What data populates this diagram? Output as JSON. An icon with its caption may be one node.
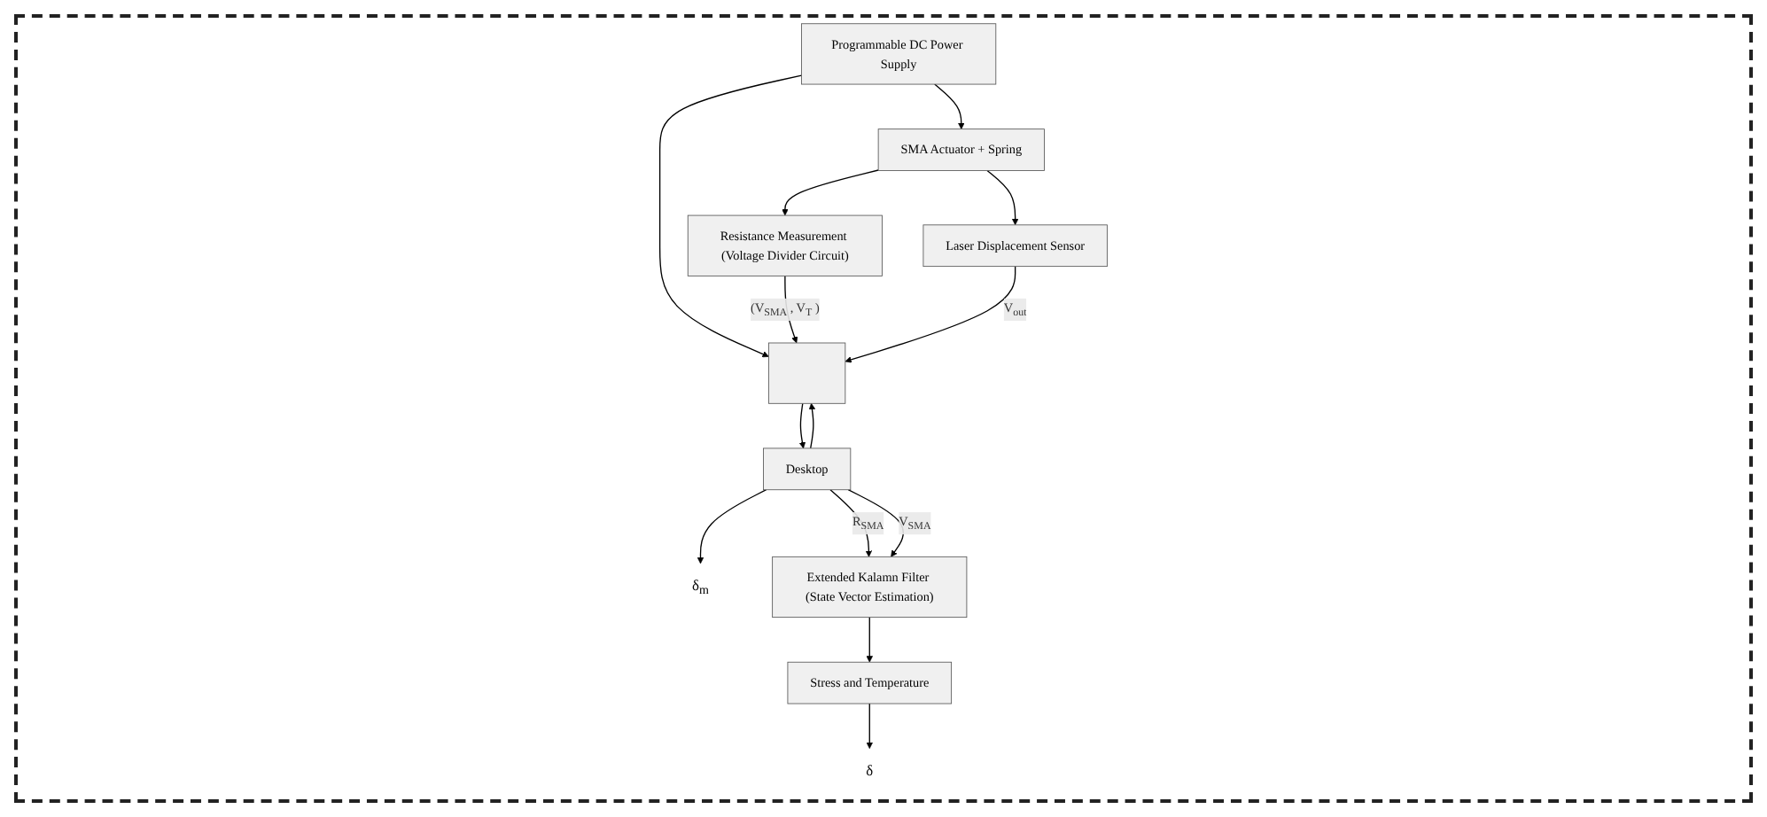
{
  "diagram": {
    "nodes": [
      {
        "text": [
          "Desktop"
        ]
      },
      {
        "text": [],
        "shape": "box"
      },
      {
        "text": [
          "Programmable DC Power Supply"
        ]
      },
      {
        "text": [
          "Extended Kalamn Filter (State Vector Estimation)"
        ]
      },
      {
        "text": [
          "SMA Actuator + Spring"
        ]
      },
      {
        "text": [
          "Stress and Temperature"
        ]
      },
      {
        "text": [
          "Resistance Measurement (Voltage Divider Circuit)"
        ]
      },
      {
        "text": [
          "Laser Displacement Sensor"
        ]
      },
      {
        "text": [
          "δ$_{m}$"
        ]
      },
      {
        "text": [
          "δ"
        ]
      }
    ],
    "edges": [
      {
        "from": 0,
        "to": 1,
        "arrow": "to"
      },
      {
        "from": 1,
        "to": 0,
        "arrow": "to"
      },
      {
        "from": 2,
        "to": 1,
        "arrow": "to"
      },
      {
        "from": 0,
        "to": 3,
        "arrow": "to",
        "label": "R$_{SMA}$"
      },
      {
        "from": 0,
        "to": 3,
        "arrow": "to",
        "label": "V$_{SMA}$"
      },
      {
        "from": 0,
        "to": 8,
        "arrow": "to"
      },
      {
        "from": 3,
        "to": 5,
        "arrow": "to"
      },
      {
        "from": 5,
        "to": 9,
        "arrow": "to"
      },
      {
        "from": 2,
        "to": 4,
        "arrow": "to"
      },
      {
        "from": 4,
        "to": 6,
        "arrow": "to"
      },
      {
        "from": 4,
        "to": 7,
        "arrow": "to"
      },
      {
        "from": 6,
        "to": 1,
        "arrow": "to",
        "label": "(V$_{SMA}$ , V$_{T}$ )"
      },
      {
        "from": 7,
        "to": 1,
        "arrow": "to",
        "label": "V$_{out}$"
      }
    ]
  }
}
